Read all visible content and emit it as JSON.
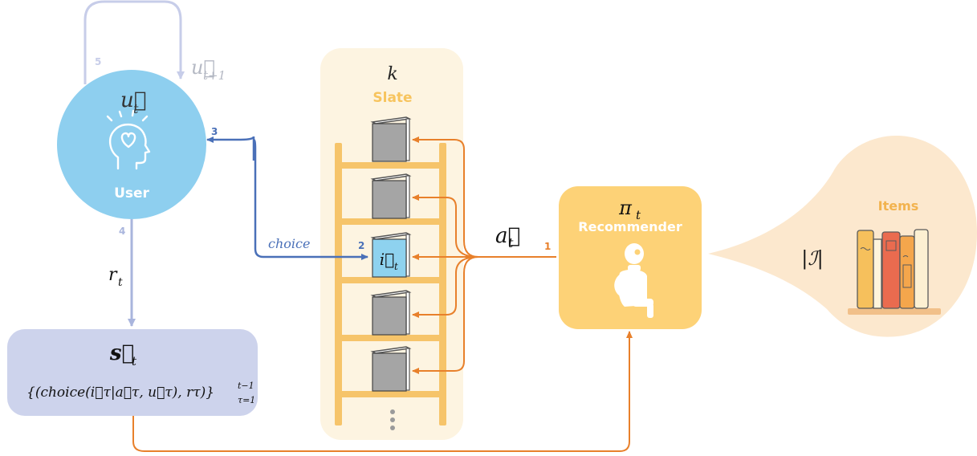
{
  "user": {
    "label": "User",
    "state_symbol": "u⃗",
    "state_sub": "t",
    "next_symbol": "u⃗",
    "next_sub": "t+1"
  },
  "slate": {
    "label": "Slate",
    "size_symbol": "k",
    "chosen_symbol": "i⃗",
    "chosen_sub": "t"
  },
  "recommender": {
    "label": "Recommender",
    "policy_symbol": "π",
    "policy_sub": "t"
  },
  "items": {
    "label": "Items",
    "count_symbol": "|ℐ|"
  },
  "state": {
    "symbol": "s⃗",
    "sub": "t",
    "history_formula": "{(choice(i⃗τ|a⃗τ, u⃗τ), rτ)}",
    "history_sup": "t−1",
    "history_sub": "τ=1"
  },
  "edges": {
    "action_symbol": "a⃗",
    "action_sub": "t",
    "reward_symbol": "r",
    "reward_sub": "t",
    "choice_label": "choice"
  },
  "steps": [
    "1",
    "2",
    "3",
    "4",
    "5"
  ],
  "colors": {
    "user_blue": "#8ecfef",
    "state_lavender": "#cdd3ec",
    "slate_bg": "#fdf4e1",
    "shelf": "#f6c46a",
    "recommender": "#fdd277",
    "items_bg": "#fce8ce",
    "orange_arrow": "#e8802b",
    "blue_arrow": "#4a70b8",
    "light_arrow": "#a9b5dd",
    "book_gray": "#a5a5a5",
    "book_blue": "#8ed2ef"
  },
  "icons": [
    "head-heart-icon",
    "robot-thinker-icon",
    "books-icon",
    "book-icon",
    "vertical-dots-icon"
  ]
}
